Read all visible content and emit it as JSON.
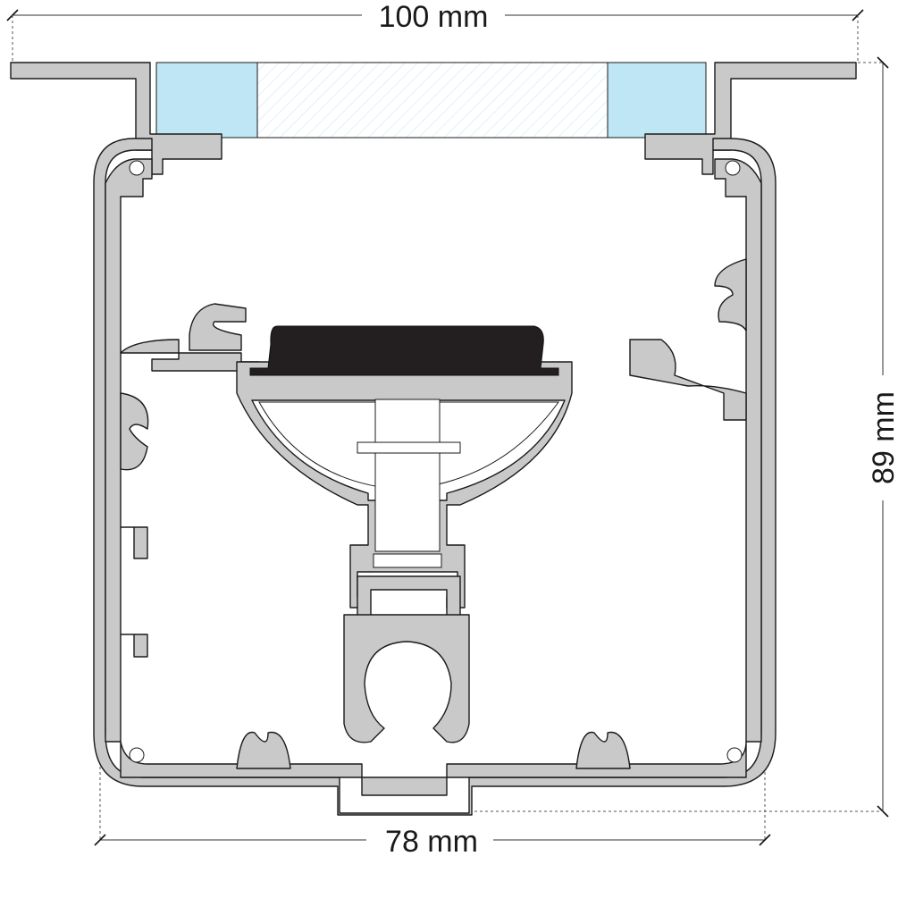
{
  "dimensions": {
    "width_top": "100 mm",
    "height": "89 mm",
    "width_bottom": "78 mm"
  },
  "colors": {
    "aluminium": "#c9c9c9",
    "diffuser": "#bfe6f5",
    "led_board": "#231f20",
    "outline": "#1a1a1a"
  }
}
